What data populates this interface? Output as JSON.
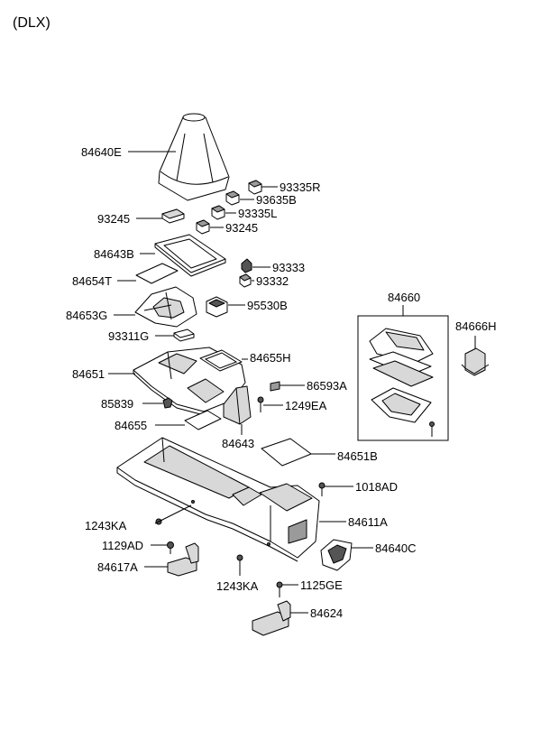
{
  "title": "(DLX)",
  "assembly_label": "84660",
  "parts": {
    "p84640E": "84640E",
    "p93335R": "93335R",
    "p93635B": "93635B",
    "p93335L": "93335L",
    "p93245_left": "93245",
    "p93245_right": "93245",
    "p84643B": "84643B",
    "p93333": "93333",
    "p84654T": "84654T",
    "p93332": "93332",
    "p84653G": "84653G",
    "p95530B": "95530B",
    "p93311G": "93311G",
    "p84655H": "84655H",
    "p84651": "84651",
    "p86593A": "86593A",
    "p85839": "85839",
    "p1249EA": "1249EA",
    "p84655": "84655",
    "p84643": "84643",
    "p84651B": "84651B",
    "p84666H": "84666H",
    "p1018AD": "1018AD",
    "p1243KA_left": "1243KA",
    "p84611A": "84611A",
    "p1129AD": "1129AD",
    "p84640C": "84640C",
    "p84617A": "84617A",
    "p1243KA_bottom": "1243KA",
    "p1125GE": "1125GE",
    "p84624": "84624"
  }
}
